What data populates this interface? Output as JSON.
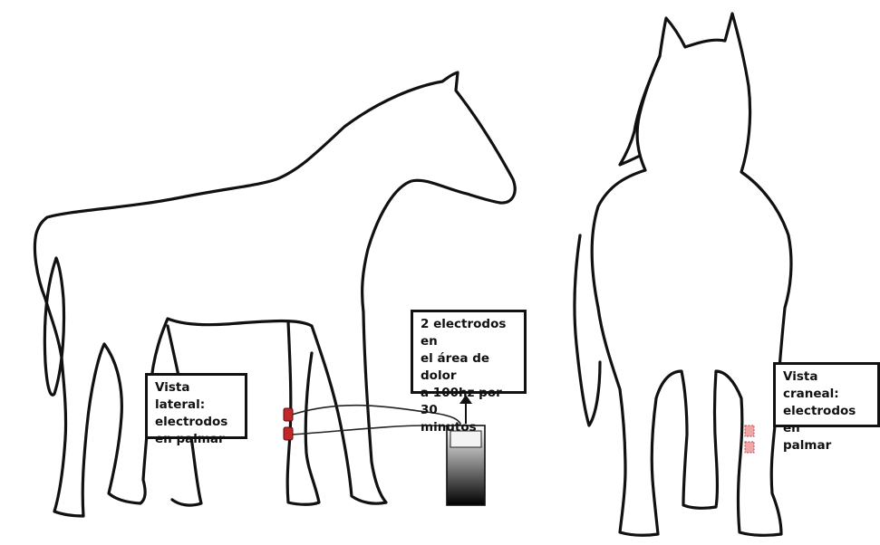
{
  "labels": {
    "lateral": "Vista lateral:\nelectrodos\nen palmar",
    "info": "2 electrodos en\nel área de dolor\na 100hz por 30\nminutos",
    "craneal": "Vista craneal:\nelectrodos en\npalmar"
  },
  "colors": {
    "outline": "#111111",
    "electrode_lateral": "#c0282a",
    "electrode_craneal": "#f0a6a6"
  }
}
